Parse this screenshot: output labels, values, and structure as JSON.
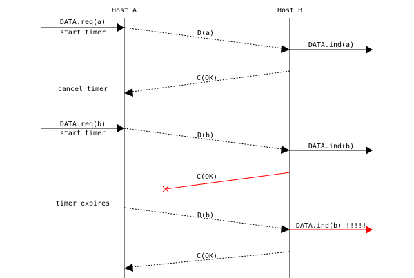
{
  "hosts": {
    "a": "Host A",
    "b": "Host B"
  },
  "events": {
    "req_a": "DATA.req(a)",
    "start_timer_1": "start timer",
    "cancel_timer": "cancel timer",
    "req_b": "DATA.req(b)",
    "start_timer_2": "start timer",
    "timer_expires": "timer expires"
  },
  "messages": {
    "d_a": "D(a)",
    "ind_a": "DATA.ind(a)",
    "c_ok_1": "C(OK)",
    "d_b_1": "D(b)",
    "ind_b_1": "DATA.ind(b)",
    "c_ok_lost": "C(OK)",
    "d_b_2": "D(b)",
    "ind_b_dup": "DATA.ind(b) !!!!!",
    "c_ok_2": "C(OK)"
  },
  "colors": {
    "line": "#000000",
    "error": "#ff0000"
  }
}
